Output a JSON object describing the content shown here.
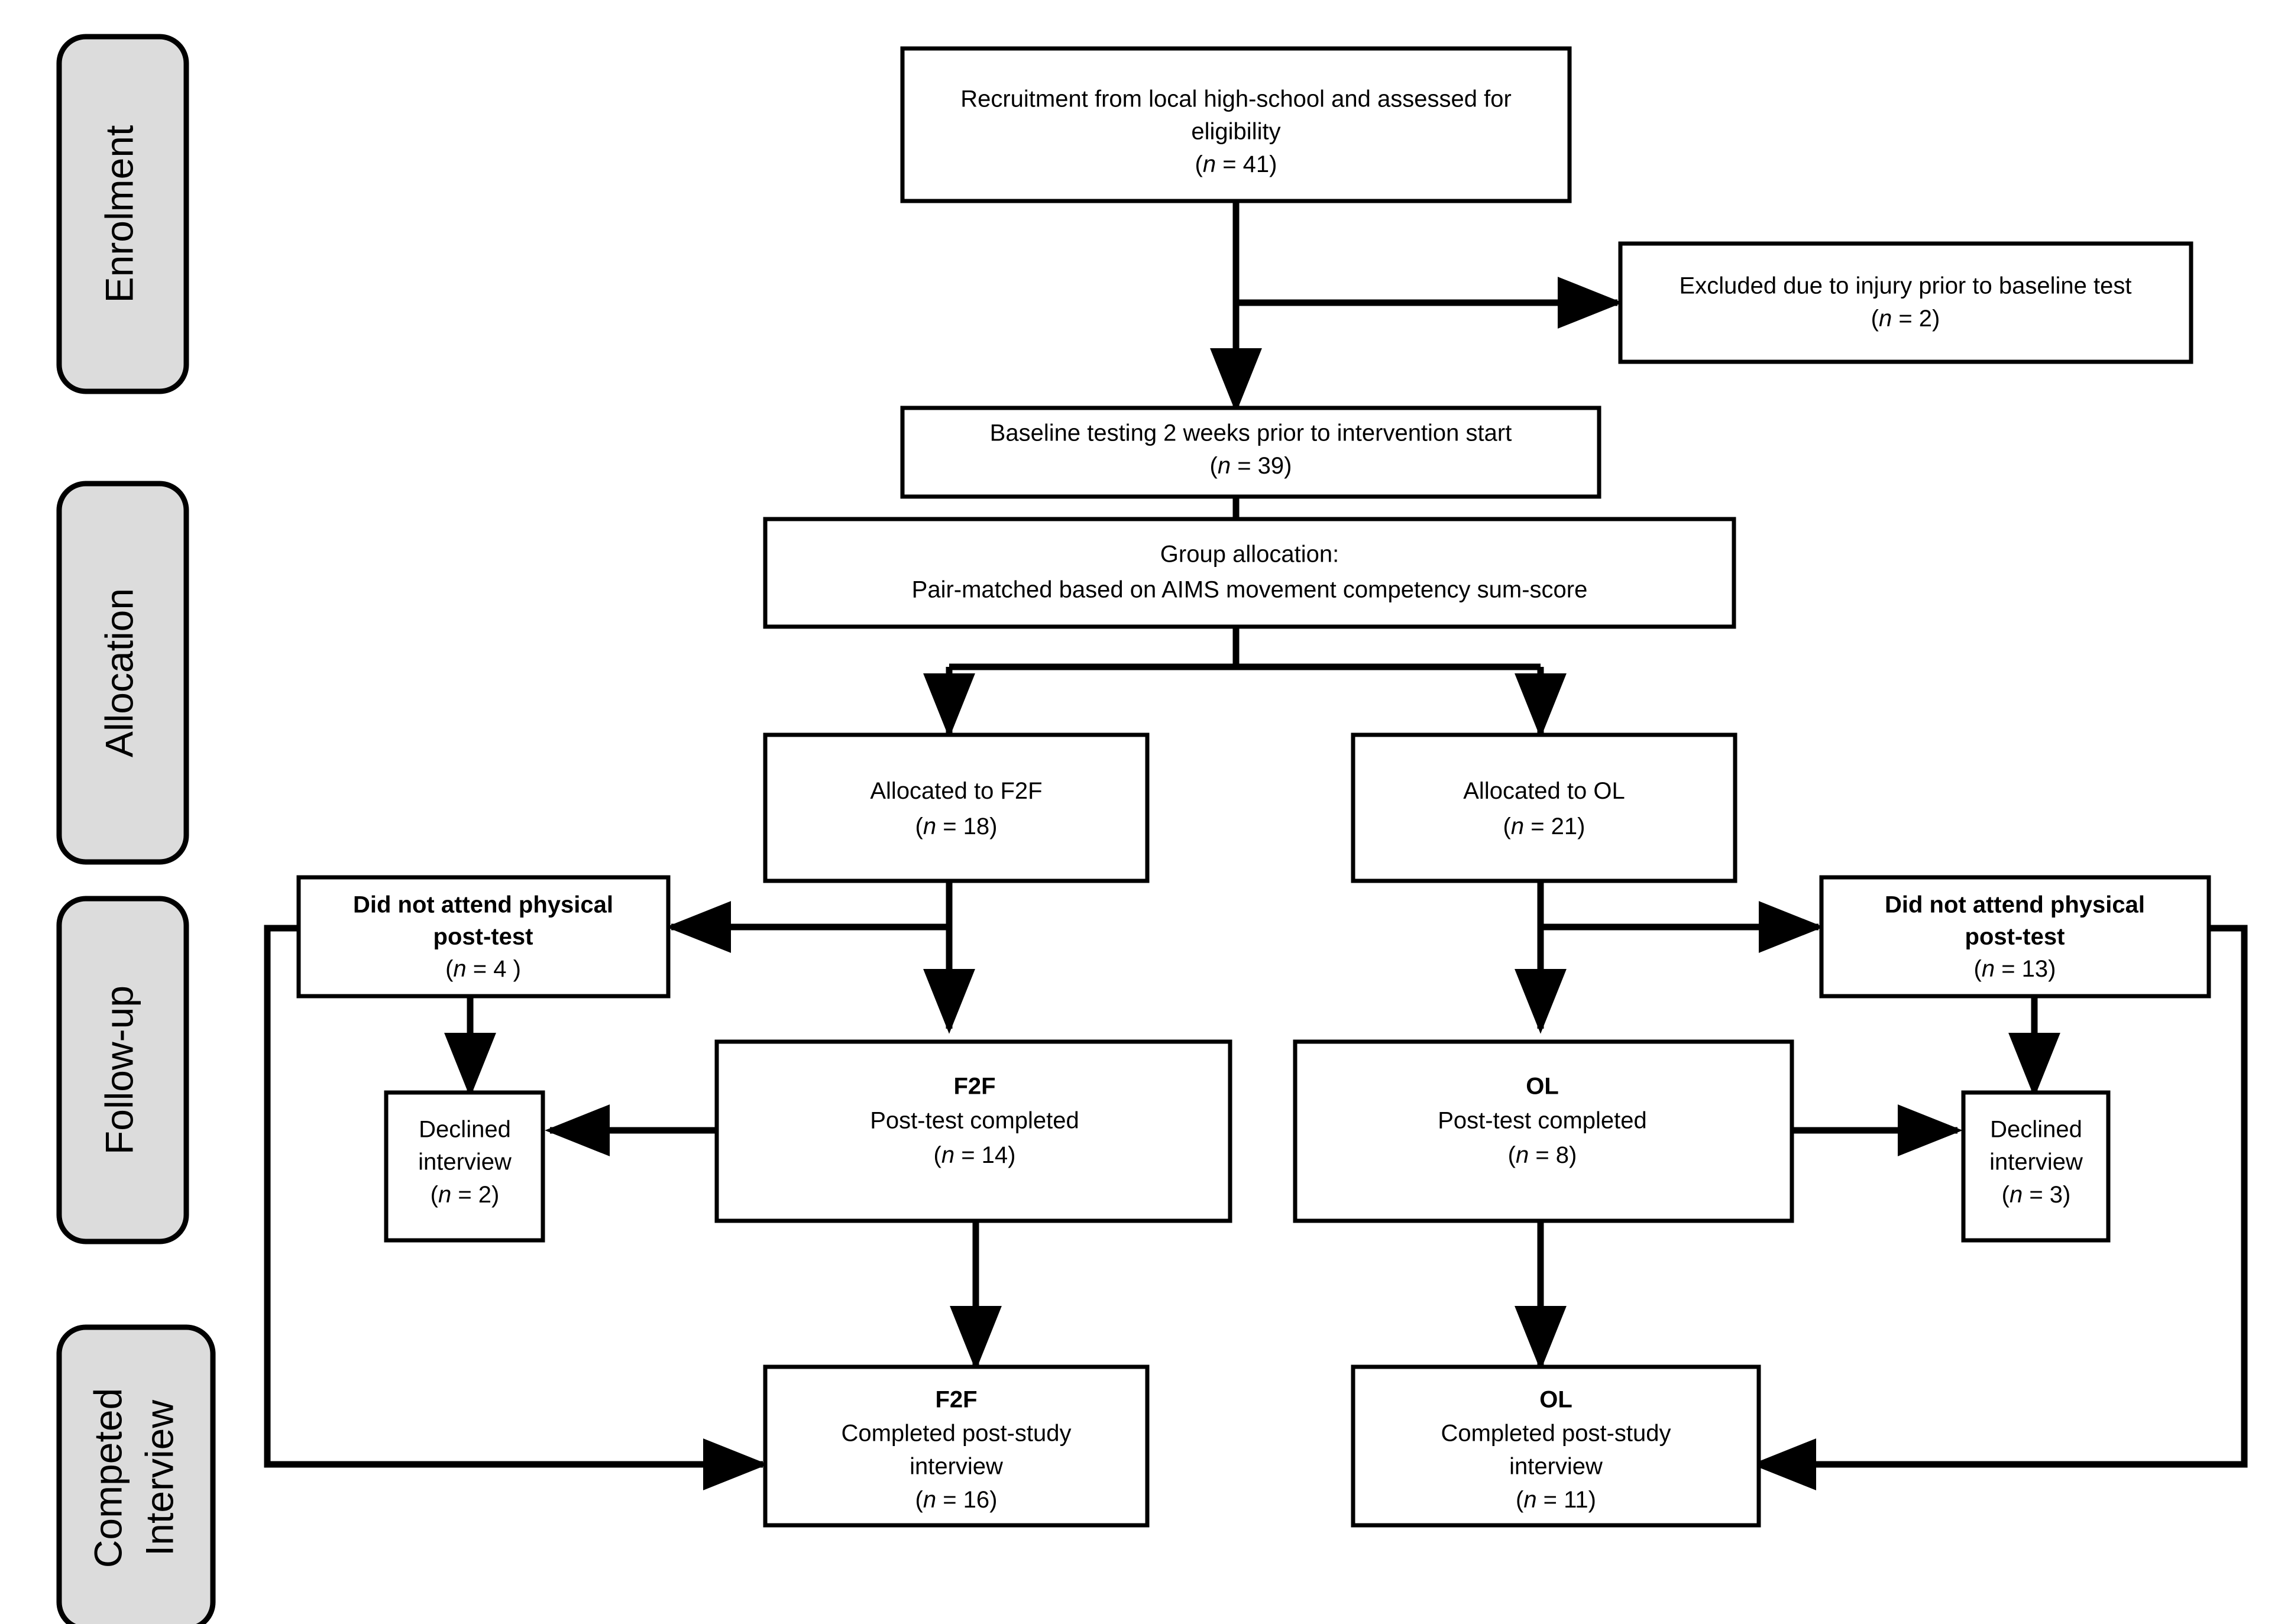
{
  "diagram": {
    "type": "consort-flow-diagram",
    "title": "",
    "stages": [
      {
        "id": "enrolment",
        "label": "Enrolment",
        "lines": [
          "Enrolment"
        ]
      },
      {
        "id": "allocation",
        "label": "Allocation",
        "lines": [
          "Allocation"
        ]
      },
      {
        "id": "follow-up",
        "label": "Follow-up",
        "lines": [
          "Follow-up"
        ]
      },
      {
        "id": "competed-interview",
        "label": "Competed Interview",
        "lines": [
          "Competed",
          "Interview"
        ]
      }
    ],
    "nodes": [
      {
        "id": "recruitment",
        "lines": [
          {
            "text": "Recruitment from local high-school and assessed for",
            "bold": false
          },
          {
            "text": "eligibility",
            "bold": false
          },
          {
            "text": "(n = 41)",
            "bold": false,
            "italic_n": true
          }
        ]
      },
      {
        "id": "excluded-injury",
        "lines": [
          {
            "text": "Excluded due to injury prior to baseline test",
            "bold": false
          },
          {
            "text": "(n = 2)",
            "bold": false,
            "italic_n": true
          }
        ]
      },
      {
        "id": "baseline-testing",
        "lines": [
          {
            "text": "Baseline testing 2 weeks prior to intervention start",
            "bold": false
          },
          {
            "text": "(n = 39)",
            "bold": false,
            "italic_n": true
          }
        ]
      },
      {
        "id": "group-allocation",
        "lines": [
          {
            "text": "Group allocation:",
            "bold": false
          },
          {
            "text": "Pair-matched based on AIMS movement competency sum-score",
            "bold": false
          }
        ]
      },
      {
        "id": "allocated-f2f",
        "lines": [
          {
            "text": "Allocated to F2F",
            "bold": false,
            "bold_tail": "F2F"
          },
          {
            "text": "(n = 18)",
            "bold": false,
            "italic_n": true
          }
        ]
      },
      {
        "id": "allocated-ol",
        "lines": [
          {
            "text": "Allocated to OL",
            "bold": false,
            "bold_tail": "OL"
          },
          {
            "text": "(n = 21)",
            "bold": false,
            "italic_n": true
          }
        ]
      },
      {
        "id": "no-posttest-f2f",
        "lines": [
          {
            "text": "Did not attend physical",
            "bold": true
          },
          {
            "text": "post-test",
            "bold": true
          },
          {
            "text": "(n = 4 )",
            "bold": false,
            "italic_n": true
          }
        ]
      },
      {
        "id": "no-posttest-ol",
        "lines": [
          {
            "text": "Did not attend physical",
            "bold": true
          },
          {
            "text": "post-test",
            "bold": true
          },
          {
            "text": "(n = 13)",
            "bold": false,
            "italic_n": true
          }
        ]
      },
      {
        "id": "posttest-f2f",
        "lines": [
          {
            "text": "F2F",
            "bold": true
          },
          {
            "text": "Post-test completed",
            "bold": false
          },
          {
            "text": "(n = 14)",
            "bold": false,
            "italic_n": true
          }
        ]
      },
      {
        "id": "posttest-ol",
        "lines": [
          {
            "text": "OL",
            "bold": true
          },
          {
            "text": "Post-test completed",
            "bold": false
          },
          {
            "text": "(n = 8)",
            "bold": false,
            "italic_n": true
          }
        ]
      },
      {
        "id": "declined-f2f",
        "lines": [
          {
            "text": "Declined",
            "bold": false
          },
          {
            "text": "interview",
            "bold": false
          },
          {
            "text": "(n = 2)",
            "bold": false,
            "italic_n": true
          }
        ]
      },
      {
        "id": "declined-ol",
        "lines": [
          {
            "text": "Declined",
            "bold": false
          },
          {
            "text": "interview",
            "bold": false
          },
          {
            "text": "(n = 3)",
            "bold": false,
            "italic_n": true
          }
        ]
      },
      {
        "id": "interview-f2f",
        "lines": [
          {
            "text": "F2F",
            "bold": true
          },
          {
            "text": "Completed post-study",
            "bold": false
          },
          {
            "text": "interview",
            "bold": false
          },
          {
            "text": "(n = 16)",
            "bold": false,
            "italic_n": true
          }
        ]
      },
      {
        "id": "interview-ol",
        "lines": [
          {
            "text": "OL",
            "bold": true
          },
          {
            "text": "Completed post-study",
            "bold": false
          },
          {
            "text": "interview",
            "bold": false
          },
          {
            "text": "(n = 11)",
            "bold": false,
            "italic_n": true
          }
        ]
      }
    ],
    "colors": {
      "stage_fill": "#dcdcdc",
      "box_fill": "#ffffff",
      "stroke": "#000000",
      "background": "#ffffff"
    }
  }
}
